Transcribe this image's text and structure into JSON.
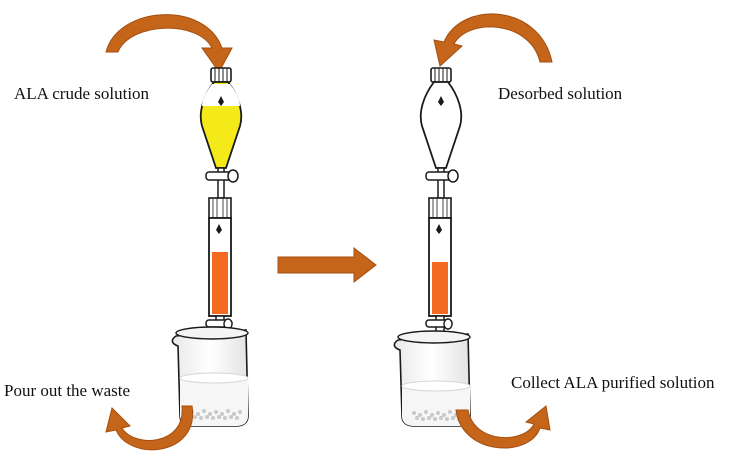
{
  "labels": {
    "crude": "ALA crude solution",
    "desorbed": "Desorbed solution",
    "waste": "Pour out the waste",
    "collect": "Collect ALA purified solution"
  },
  "colors": {
    "arrow": "#c5651a",
    "arrow_dark": "#a34f12",
    "crude_liquid": "#f4ea1a",
    "column_resin": "#f26b21",
    "outline": "#1a1a1a",
    "glass": "#ffffff",
    "pebbles": "#c9c9c9"
  },
  "icons": {
    "curved_arrow": "curved-arrow-icon",
    "process_arrow": "right-arrow-icon"
  }
}
